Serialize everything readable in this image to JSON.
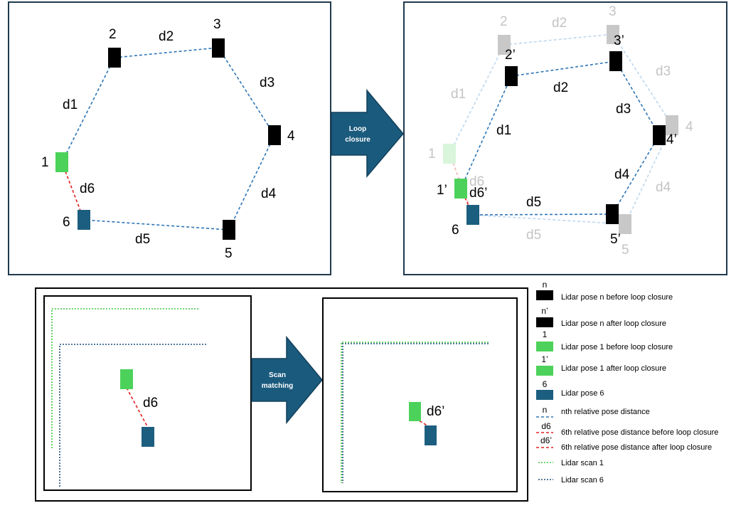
{
  "colors": {
    "pose_before": "#000000",
    "pose_after": "#000000",
    "pose_faded": "#c8c8c8",
    "pose1": "#4cd25a",
    "pose1_faded": "#d9f5db",
    "pose6": "#1c5e80",
    "edge": "#2e75b6",
    "edge_faded": "#bdd7ee",
    "edge_red": "#e02020",
    "edge_red_faded": "#f5b7b7",
    "scan1": "#40c840",
    "scan6": "#1f4e79",
    "arrow": "#1a5a7d",
    "arrow_stroke": "#13415c"
  },
  "before_panel": {
    "pose_labels": [
      "1",
      "2",
      "3",
      "4",
      "5",
      "6"
    ],
    "edge_labels": [
      "d1",
      "d2",
      "d3",
      "d4",
      "d5",
      "d6"
    ]
  },
  "loop_arrow": {
    "line1": "Loop",
    "line2": "closure"
  },
  "after_panel": {
    "old_pose_labels": [
      "1",
      "2",
      "3",
      "4",
      "5"
    ],
    "old_edge_labels": [
      "d1",
      "d2",
      "d3",
      "d4",
      "d5",
      "d6"
    ],
    "new_pose_labels": [
      "1’",
      "2’",
      "3’",
      "4’",
      "5’",
      "6"
    ],
    "new_edge_labels": [
      "d1",
      "d2",
      "d3",
      "d4",
      "d5",
      "d6’"
    ]
  },
  "scan_arrow": {
    "line1": "Scan",
    "line2": "matching"
  },
  "scan_before": {
    "edge_label": "d6"
  },
  "scan_after": {
    "edge_label": "d6’"
  },
  "legend": [
    {
      "key": "n",
      "text": "Lidar pose n before loop closure"
    },
    {
      "key": "n’",
      "text": "Lidar pose n after loop closure"
    },
    {
      "key": "1",
      "text": "Lidar pose 1 before loop closure"
    },
    {
      "key": "1’",
      "text": "Lidar pose 1 after loop closure"
    },
    {
      "key": "6",
      "text": "Lidar pose 6"
    },
    {
      "key": "n",
      "text": "nth relative pose distance"
    },
    {
      "key": "d6",
      "text": "6th relative pose distance before loop closure"
    },
    {
      "key": "d6’",
      "text": "6th relative pose distance after loop closure"
    },
    {
      "key": "",
      "text": "Lidar scan 1"
    },
    {
      "key": "",
      "text": "Lidar scan 6"
    }
  ]
}
